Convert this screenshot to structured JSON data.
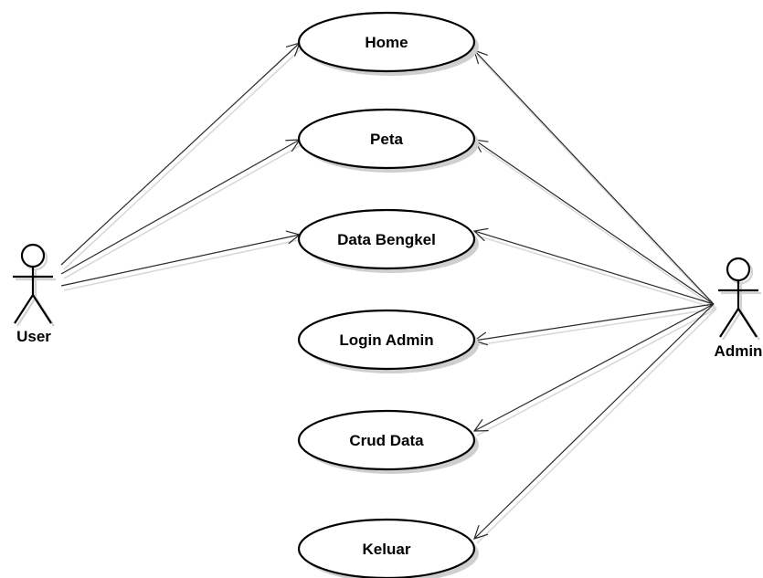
{
  "diagram": {
    "type": "use-case",
    "actors": [
      {
        "id": "user",
        "label": "User"
      },
      {
        "id": "admin",
        "label": "Admin"
      }
    ],
    "use_cases": [
      {
        "id": "home",
        "label": "Home"
      },
      {
        "id": "peta",
        "label": "Peta"
      },
      {
        "id": "data-bengkel",
        "label": "Data Bengkel"
      },
      {
        "id": "login-admin",
        "label": "Login Admin"
      },
      {
        "id": "crud-data",
        "label": "Crud Data"
      },
      {
        "id": "keluar",
        "label": "Keluar"
      }
    ],
    "associations": [
      {
        "from": "user",
        "to": "home"
      },
      {
        "from": "user",
        "to": "peta"
      },
      {
        "from": "user",
        "to": "data-bengkel"
      },
      {
        "from": "admin",
        "to": "home"
      },
      {
        "from": "admin",
        "to": "peta"
      },
      {
        "from": "admin",
        "to": "data-bengkel"
      },
      {
        "from": "admin",
        "to": "login-admin"
      },
      {
        "from": "admin",
        "to": "crud-data"
      },
      {
        "from": "admin",
        "to": "keluar"
      }
    ]
  }
}
